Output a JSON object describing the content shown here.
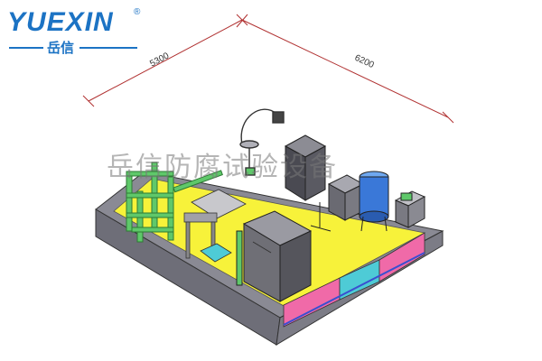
{
  "logo": {
    "text": "YUEXIN",
    "registered": "®",
    "chinese": "岳信",
    "brand_color": "#1c73c4"
  },
  "watermark": "岳信防腐试验设备",
  "dimensions": {
    "left_length": "5300",
    "right_length": "6200"
  },
  "colors": {
    "floor": "#f7f23a",
    "base": "#8a8a94",
    "frame": "#5fc86a",
    "cabinet": "#6f6f76",
    "pink_panel": "#f06aa8",
    "cyan_panel": "#4ecbd6",
    "blue_edge": "#3a4fd0"
  }
}
